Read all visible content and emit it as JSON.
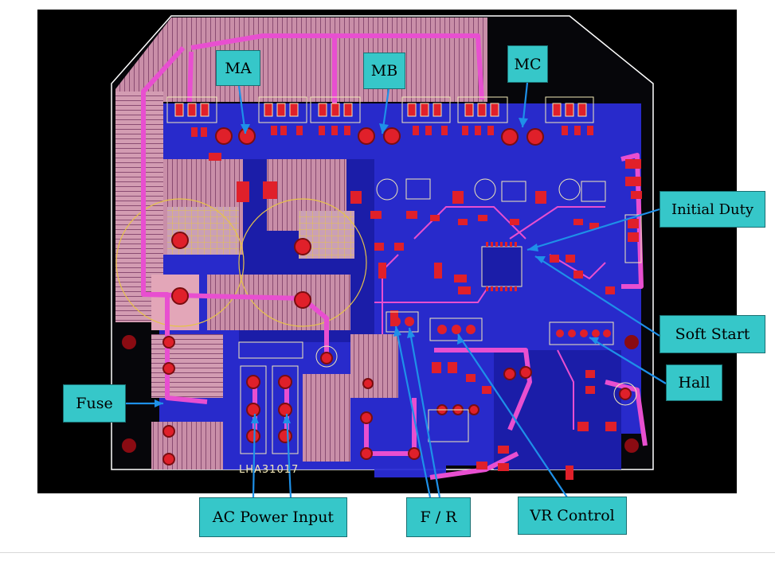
{
  "board": {
    "part_number": "LHA31017"
  },
  "callouts": {
    "ma": "MA",
    "mb": "MB",
    "mc": "MC",
    "initial_duty": "Initial Duty",
    "soft_start": "Soft Start",
    "hall": "Hall",
    "fuse": "Fuse",
    "ac_power_input": "AC Power Input",
    "fr": "F / R",
    "vr_control": "VR Control"
  },
  "colors": {
    "background": "#000000",
    "copper_bottom": "#2a2cd6",
    "copper_top": "#e05ac8",
    "pads": "#e0202a",
    "silkscreen": "#f3e9b8",
    "callout_fill": "#36c7c9",
    "leader_line": "#1e90e8"
  }
}
